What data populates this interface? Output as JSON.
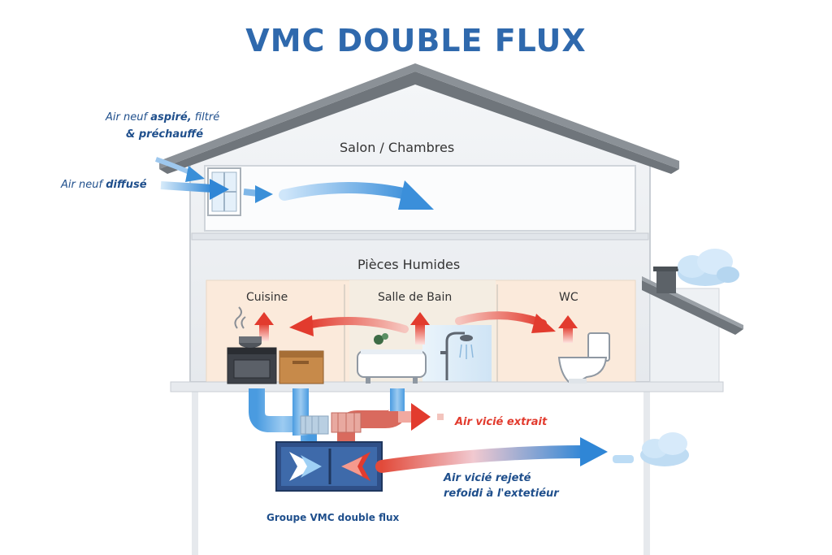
{
  "title": "VMC DOUBLE FLUX",
  "labels": {
    "air_neuf_aspire_prefix": "Air neuf",
    "air_neuf_aspire_bold": "aspiré,",
    "air_neuf_aspire_end": "filtré",
    "air_neuf_aspire_line2": "& préchauffé",
    "air_neuf_diffuse_prefix": "Air neuf",
    "air_neuf_diffuse_bold": "diffusé",
    "salon": "Salon / Chambres",
    "pieces_humides": "Pièces Humides",
    "cuisine": "Cuisine",
    "salle_de_bain": "Salle de Bain",
    "wc": "WC",
    "air_vicie_extrait": "Air vicié extrait",
    "air_vicie_rejete_line1": "Air vicié rejeté",
    "air_vicie_rejete_line2": "refoidi à l'extetiéur",
    "groupe_vmc": "Groupe VMC double flux"
  },
  "colors": {
    "title": "#2f69ad",
    "fresh_air": "#3a8fd8",
    "stale_air": "#e23b2e",
    "wall": "#e8ebef",
    "roof": "#7a7f85",
    "humid_room_bg": "#fbe9d6"
  }
}
